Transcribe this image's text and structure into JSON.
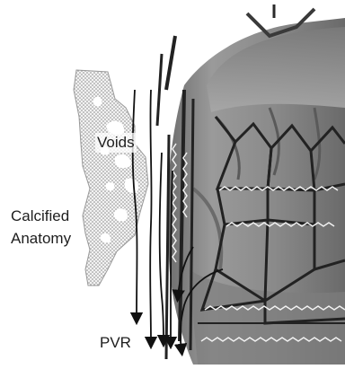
{
  "labels": {
    "voids": "Voids",
    "calcified": "Calcified",
    "anatomy": "Anatomy",
    "pvr": "PVR"
  }
}
